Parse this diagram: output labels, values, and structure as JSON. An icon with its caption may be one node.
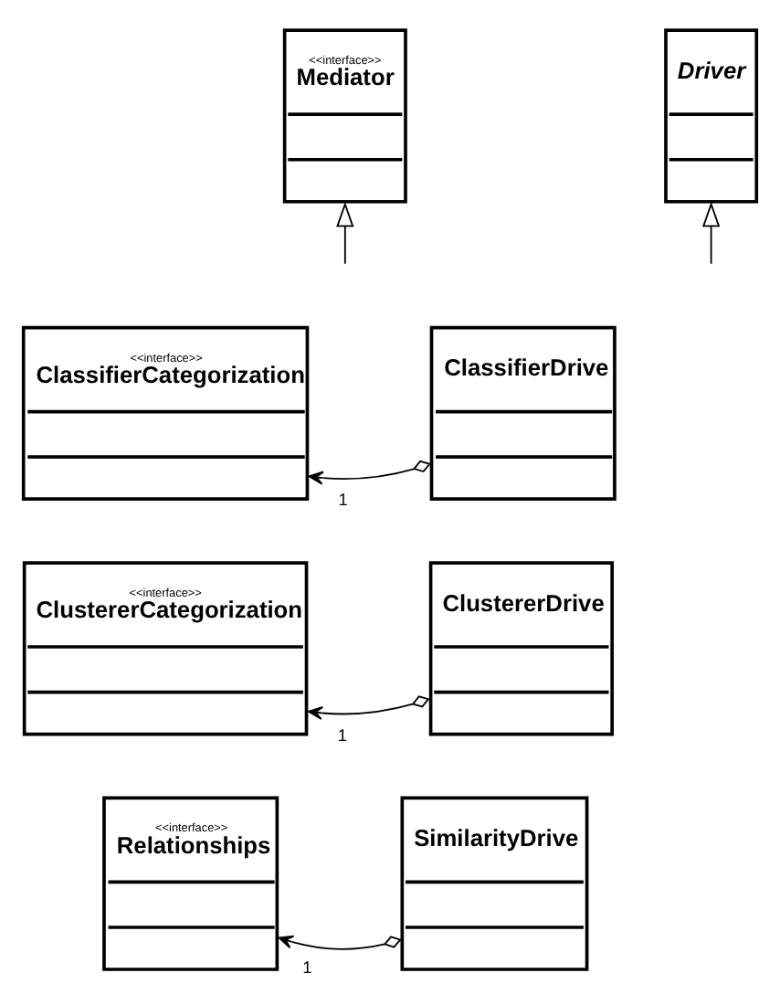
{
  "diagram": {
    "nodes": [
      {
        "text": [
          "<<interface>>",
          "Mediator"
        ]
      },
      {
        "text": [
          "Driver"
        ]
      },
      {
        "text": [
          "<<interface>>",
          "ClassifierCategorization"
        ]
      },
      {
        "text": [
          "ClassifierDrive"
        ]
      },
      {
        "text": [
          "<<interface>>",
          "ClustererCategorization"
        ]
      },
      {
        "text": [
          "ClustererDrive"
        ]
      },
      {
        "text": [
          "<<interface>>",
          "Relationships"
        ]
      },
      {
        "text": [
          "SimilarityDrive"
        ]
      }
    ],
    "edges": [
      {
        "from": null,
        "to": 0,
        "arrow": "to"
      },
      {
        "from": null,
        "to": 1,
        "arrow": "to"
      },
      {
        "from": 3,
        "to": 2,
        "arrow": "to",
        "label": "1"
      },
      {
        "from": 5,
        "to": 4,
        "arrow": "to",
        "label": "1"
      },
      {
        "from": 7,
        "to": 6,
        "arrow": "to",
        "label": "1"
      }
    ]
  }
}
